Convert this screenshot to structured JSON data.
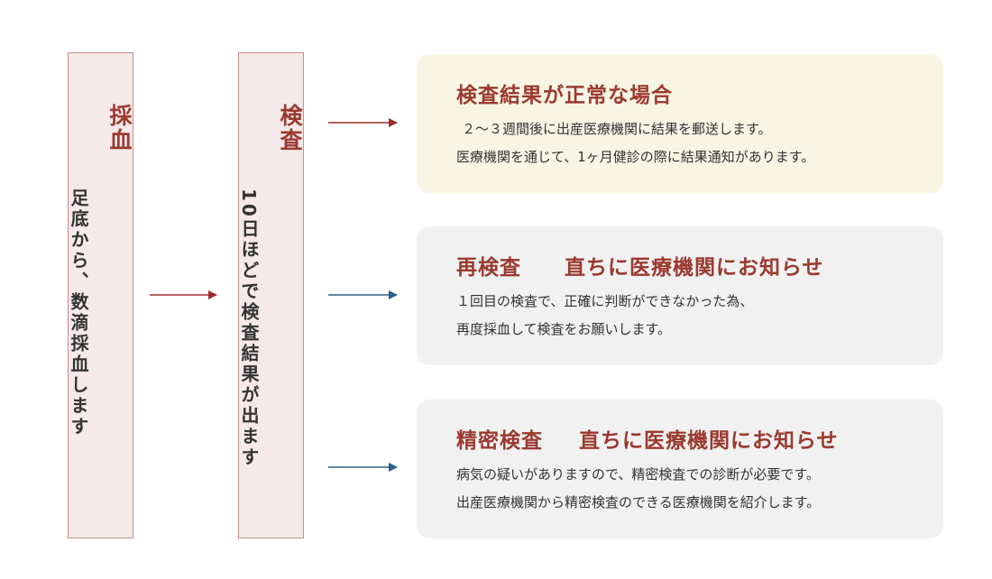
{
  "step1": {
    "title": "採血",
    "text": "足底から、数滴採血します"
  },
  "step2": {
    "title": "検査",
    "text": "10日ほどで検査結果が出ます"
  },
  "results": [
    {
      "title": "検査結果が正常な場合",
      "title2": "",
      "lines": [
        "２～３週間後に出産医療機関に結果を郵送します。",
        "医療機関を通じて、1ヶ月健診の際に結果通知があります。"
      ]
    },
    {
      "title": "再検査",
      "title2": "直ちに医療機関にお知らせ",
      "lines": [
        "１回目の検査で、正確に判断ができなかった為、",
        "再度採血して検査をお願いします。"
      ]
    },
    {
      "title": "精密検査",
      "title2": "直ちに医療機関にお知らせ",
      "lines": [
        "病気の疑いがありますので、精密検査での診断が必要です。",
        "出産医療機関から精密検査のできる医療機関を紹介します。"
      ]
    }
  ],
  "colors": {
    "red_arrow": "#9b2d2d",
    "blue_arrow": "#2e5f8a",
    "title": "#9b3a30"
  }
}
